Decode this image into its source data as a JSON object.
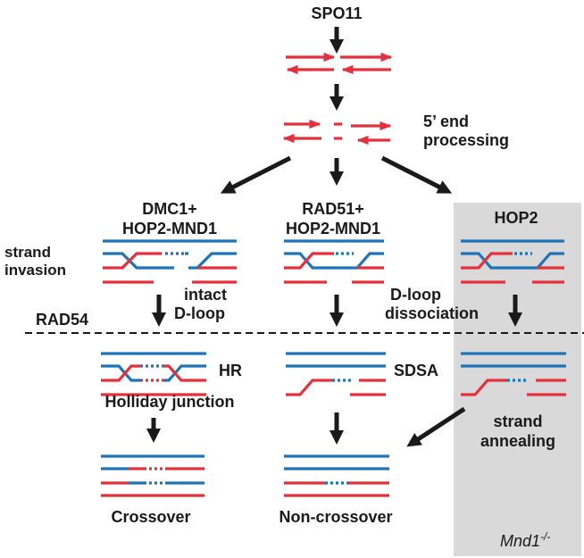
{
  "labels": {
    "spo11": "SPO11",
    "end_processing_1": "5’ end",
    "end_processing_2": "processing",
    "dmc1_1": "DMC1+",
    "dmc1_2": "HOP2-MND1",
    "rad51_1": "RAD51+",
    "rad51_2": "HOP2-MND1",
    "hop2": "HOP2",
    "strand_invasion_1": "strand",
    "strand_invasion_2": "invasion",
    "intact_1": "intact",
    "intact_2": "D-loop",
    "dloop_diss_1": "D-loop",
    "dloop_diss_2": "dissociation",
    "rad54": "RAD54",
    "hr": "HR",
    "sdsa": "SDSA",
    "holliday": "Holliday junction",
    "strand_annealing_1": "strand",
    "strand_annealing_2": "annealing",
    "crossover": "Crossover",
    "noncrossover": "Non-crossover",
    "mnd1_base": "Mnd1",
    "mnd1_sup": "-/-"
  },
  "colors": {
    "red_strand": "#e2313c",
    "blue_strand": "#1f73b7",
    "shaded_panel": "#d9d9d9",
    "arrow": "#1a1a1a"
  }
}
